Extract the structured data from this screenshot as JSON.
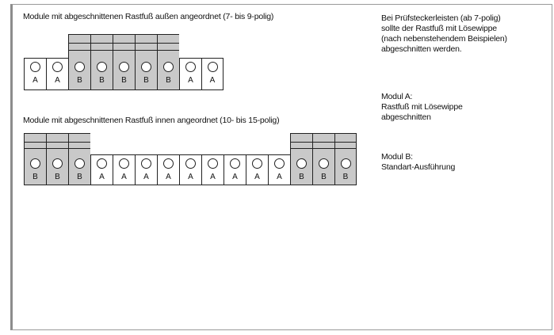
{
  "captions": {
    "outer": "Module mit abgeschnittenen Rastfuß außen angeordnet (7- bis 9-polig)",
    "inner": "Module mit abgeschnittenen Rastfuß innen angeordnet (10- bis 15-polig)"
  },
  "rows": {
    "outer": [
      "A",
      "A",
      "B",
      "B",
      "B",
      "B",
      "B",
      "A",
      "A"
    ],
    "inner": [
      "B",
      "B",
      "B",
      "A",
      "A",
      "A",
      "A",
      "A",
      "A",
      "A",
      "A",
      "A",
      "B",
      "B",
      "B"
    ]
  },
  "notes": {
    "intro": [
      "Bei Prüfsteckerleisten (ab 7-polig)",
      "sollte der Rastfuß mit Lösewippe",
      "(nach nebenstehendem Beispielen)",
      "abgeschnitten werden."
    ],
    "modul_a": [
      "Modul A:",
      "Rastfuß mit Lösewippe",
      "abgeschnitten"
    ],
    "modul_b": [
      "Modul B:",
      "Standart-Ausführung"
    ]
  }
}
